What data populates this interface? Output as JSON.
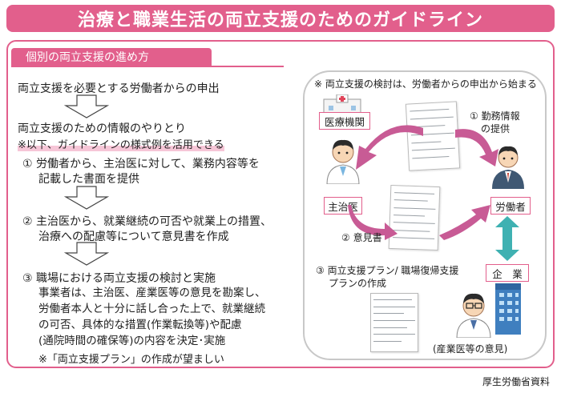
{
  "title": "治療と職業生活の両立支援のためのガイドライン",
  "section_heading": "個別の両立支援の進め方",
  "steps": {
    "step1": "両立支援を必要とする労働者からの申出",
    "step2": "両立支援のための情報のやりとり",
    "step2_note": "※以下、ガイドラインの様式例を活用できる",
    "item1_line1": "① 労働者から、主治医に対して、業務内容等を",
    "item1_line2": "記載した書面を提供",
    "item2_line1": "② 主治医から、就業継続の可否や就業上の措置、",
    "item2_line2": "治療への配慮等について意見書を作成",
    "item3": "③ 職場における両立支援の検討と実施",
    "item3_body": [
      "事業者は、主治医、産業医等の意見を勘案し、",
      "労働者本人と十分に話し合った上で、就業継続",
      "の可否、具体的な措置(作業転換等)や配慮",
      "(通院時間の確保等)の内容を決定･実施"
    ],
    "item3_note": "※「両立支援プラン」の作成が望ましい"
  },
  "diagram": {
    "note": "※ 両立支援の検討は、労働者からの申出から始まる",
    "hospital_label": "医療機関",
    "doctor_label": "主治医",
    "worker_label": "労働者",
    "company_label": "企　業",
    "step1_line1": "① 勤務情報",
    "step1_line2": "の提供",
    "step2": "② 意見書",
    "step3_line1": "③ 両立支援プラン/ 職場復帰支援",
    "step3_line2": "プランの作成",
    "occupational_doctor": "(産業医等の意見)"
  },
  "footer": "厚生労働省資料",
  "colors": {
    "accent": "#e25f8c",
    "arrow": "#c85b95",
    "arrow_teal": "#3fb1b2"
  }
}
